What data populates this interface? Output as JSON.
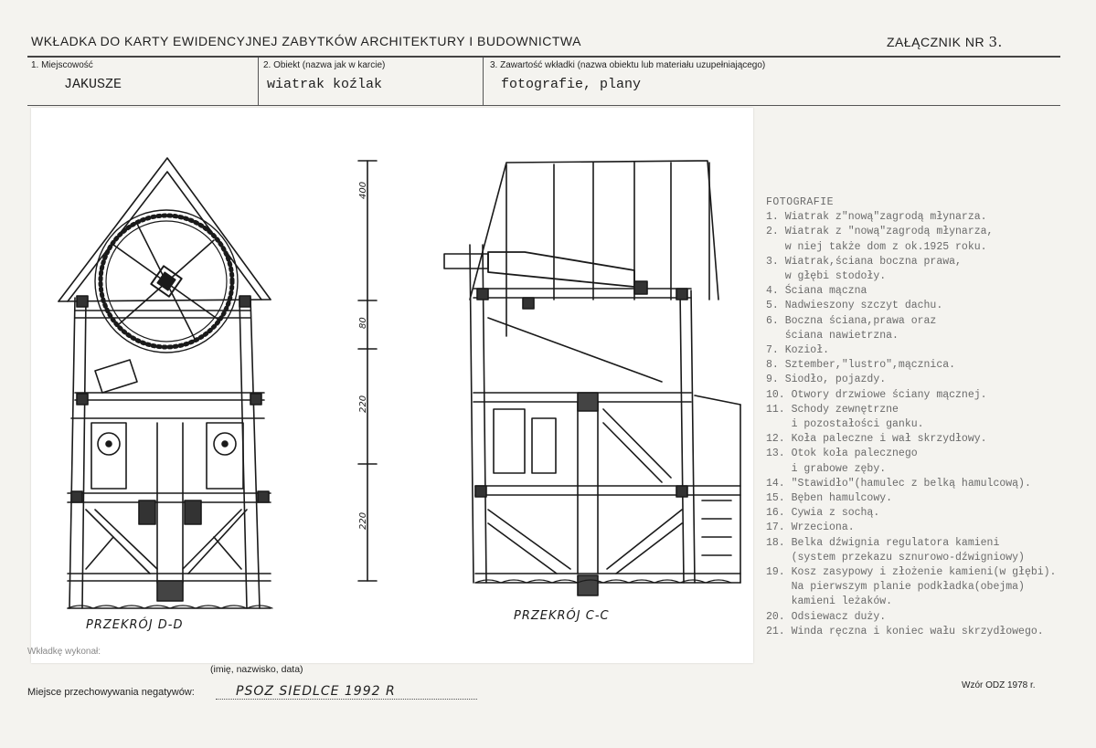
{
  "header": {
    "title": "WKŁADKA DO KARTY EWIDENCYJNEJ ZABYTKÓW ARCHITEKTURY I BUDOWNICTWA",
    "annex_label": "ZAŁĄCZNIK NR",
    "annex_number": "3."
  },
  "fields": {
    "locality_label": "1. Miejscowość",
    "locality_value": "JAKUSZE",
    "object_label": "2. Obiekt (nazwa jak w karcie)",
    "object_value": "wiatrak koźlak",
    "contents_label": "3. Zawartość wkładki (nazwa obiektu lub materiału uzupełniającego)",
    "contents_value": "fotografie, plany"
  },
  "drawing": {
    "left_caption": "PRZEKRÓJ D-D",
    "right_caption": "PRZEKRÓJ C-C",
    "scale_labels": [
      "400",
      "80",
      "220",
      "220"
    ]
  },
  "photos": {
    "title": "FOTOGRAFIE",
    "items": [
      "1. Wiatrak z\"nową\"zagrodą młynarza.",
      "2. Wiatrak z \"nową\"zagrodą młynarza,",
      "   w niej także dom z ok.1925 roku.",
      "3. Wiatrak,ściana boczna prawa,",
      "   w głębi stodoły.",
      "4. Ściana mączna",
      "5. Nadwieszony szczyt dachu.",
      "6. Boczna ściana,prawa oraz",
      "   ściana nawietrzna.",
      "7. Kozioł.",
      "8. Sztember,\"lustro\",mącznica.",
      "9. Siodło, pojazdy.",
      "10. Otwory drzwiowe ściany mącznej.",
      "11. Schody zewnętrzne",
      "    i pozostałości ganku.",
      "12. Koła paleczne i wał skrzydłowy.",
      "13. Otok koła palecznego",
      "    i grabowe zęby.",
      "14. \"Stawidło\"(hamulec z belką hamulcową).",
      "15. Bęben hamulcowy.",
      "16. Cywia z sochą.",
      "17. Wrzeciona.",
      "18. Belka dźwignia regulatora kamieni",
      "    (system przekazu sznurowo-dźwigniowy)",
      "19. Kosz zasypowy i złożenie kamieni(w głębi).",
      "    Na pierwszym planie podkładka(obejma)",
      "    kamieni leżaków.",
      "20. Odsiewacz duży.",
      "21. Winda ręczna i koniec wału skrzydłowego."
    ]
  },
  "footer": {
    "compiled_label": "Wkładkę wykonał:",
    "sub_note": "(imię, nazwisko, data)",
    "negatives_label": "Miejsce przechowywania negatywów:",
    "negatives_value": "PSOZ SIEDLCE        1992 R",
    "form_code": "Wzór ODZ 1978 r."
  }
}
